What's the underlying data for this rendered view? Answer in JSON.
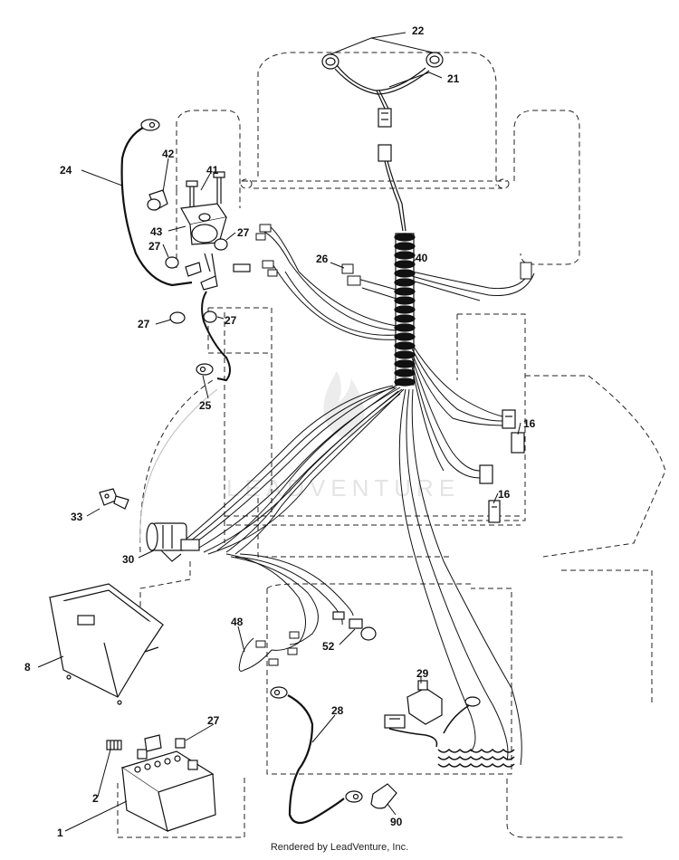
{
  "watermark": "LEADVENTURE",
  "footer": "Rendered by LeadVenture, Inc.",
  "labels": {
    "l1": "1",
    "l2": "2",
    "l8": "8",
    "l16a": "16",
    "l16b": "16",
    "l21": "21",
    "l22": "22",
    "l24": "24",
    "l25": "25",
    "l26": "26",
    "l27a": "27",
    "l27b": "27",
    "l27c": "27",
    "l27d": "27",
    "l27e": "27",
    "l28": "28",
    "l29": "29",
    "l30": "30",
    "l33": "33",
    "l40": "40",
    "l41": "41",
    "l42": "42",
    "l43": "43",
    "l48": "48",
    "l52": "52",
    "l90": "90"
  }
}
